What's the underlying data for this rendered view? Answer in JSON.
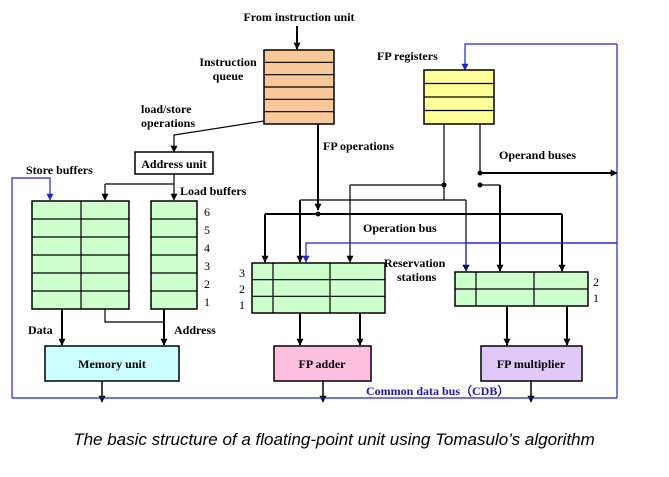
{
  "labels": {
    "from_instruction_unit": "From instruction unit",
    "instruction_queue_1": "Instruction",
    "instruction_queue_2": "queue",
    "fp_registers": "FP registers",
    "load_store_1": "load/store",
    "load_store_2": "operations",
    "fp_operations": "FP operations",
    "operand_buses": "Operand buses",
    "store_buffers": "Store buffers",
    "address_unit": "Address unit",
    "load_buffers": "Load buffers",
    "operation_bus": "Operation bus",
    "reservation_1": "Reservation",
    "reservation_2": "stations",
    "data": "Data",
    "address": "Address",
    "memory_unit": "Memory unit",
    "fp_adder": "FP adder",
    "fp_multiplier": "FP multiplier",
    "cdb": "Common data bus（CDB）"
  },
  "load_buffer_numbers": [
    "6",
    "5",
    "4",
    "3",
    "2",
    "1"
  ],
  "adder_rs_numbers": [
    "3",
    "2",
    "1"
  ],
  "mult_rs_numbers": [
    "2",
    "1"
  ],
  "caption": "The basic structure of a floating-point unit using Tomasulo’s algorithm",
  "colors": {
    "instruction_queue": "#f9c89b",
    "fp_registers": "#ffff99",
    "buffers": "#ccffcc",
    "memory_unit": "#ccffff",
    "fp_adder": "#ffbfe0",
    "fp_multiplier": "#e0c8f8",
    "cdb_line": "#2222cc"
  }
}
